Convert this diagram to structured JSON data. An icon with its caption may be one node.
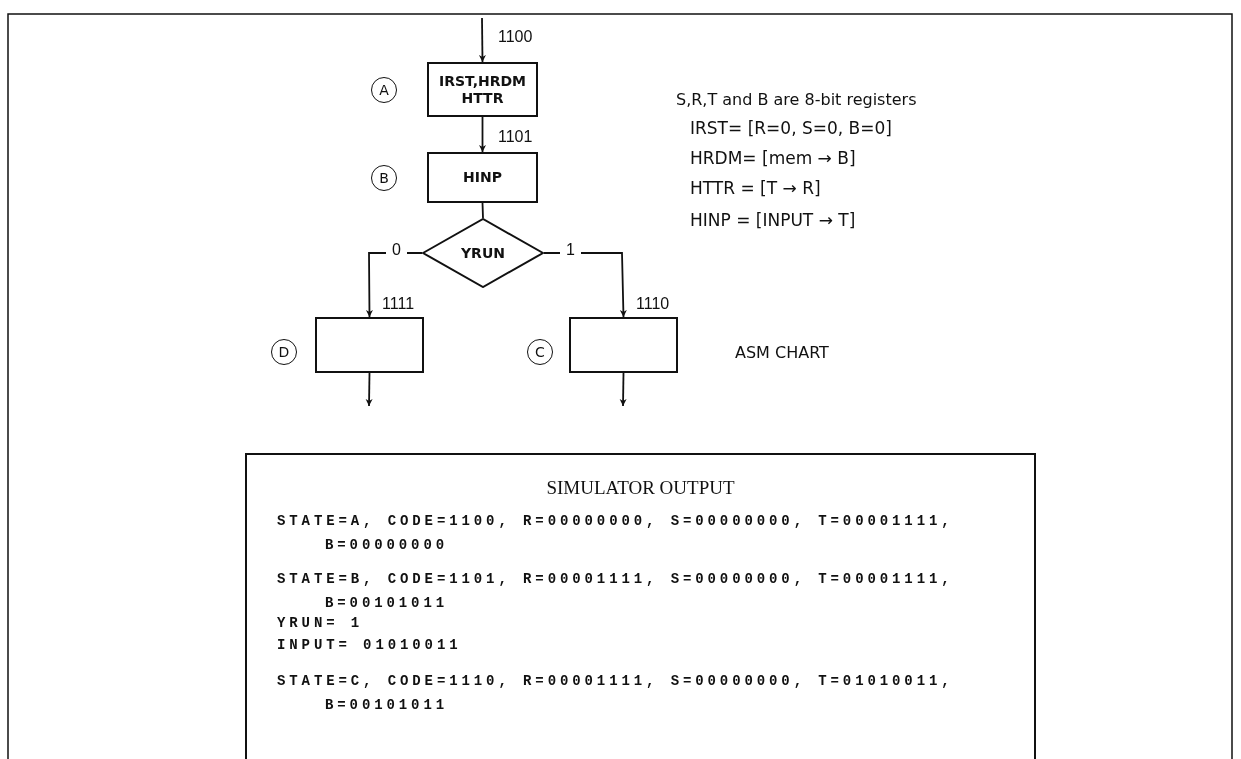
{
  "diagram": {
    "nodes": [
      {
        "text": [
          "IRST,HRDM HTTR"
        ],
        "beside": [
          "A",
          "1100"
        ]
      },
      {
        "text": [
          "HINP"
        ],
        "beside": [
          "B",
          "1101"
        ]
      },
      {
        "text": [
          "YRUN"
        ]
      },
      {
        "text": [],
        "shape": "box",
        "beside": [
          "D",
          "1111"
        ]
      },
      {
        "text": [],
        "shape": "box",
        "beside": [
          "C",
          "1110"
        ]
      },
      {
        "text": [
          "SIMULATOR OUTPUT",
          "STATE=A, CODE=1100, R=00000000, S=00000000, T=00001111, B=00000000",
          "STATE=B, CODE=1101, R=00001111, S=00000000, T=00001111, B=00101011",
          "YRUN= 1",
          "INPUT= 01010011",
          "STATE=C, CODE=1110, R=00001111, S=00000000, T=01010011, B=00101011"
        ]
      }
    ],
    "edges": [
      {
        "from": null,
        "to": 0,
        "arrow": "to"
      },
      {
        "from": 0,
        "to": 1,
        "arrow": "to"
      },
      {
        "from": 1,
        "to": 2,
        "arrow": "none"
      },
      {
        "from": 2,
        "to": 3,
        "arrow": "to",
        "label": "0"
      },
      {
        "from": 2,
        "to": 4,
        "arrow": "to",
        "label": "1"
      },
      {
        "from": 3,
        "to": null,
        "arrow": "to"
      },
      {
        "from": 4,
        "to": null,
        "arrow": "to"
      }
    ],
    "labels": [
      "S,R,T and B are 8-bit registers",
      "IRST= [R=0, S=0, B=0]",
      "HRDM= [mem → B]",
      "HTTR = [T → R]",
      "HINP = [INPUT → T]",
      "ASM CHART"
    ]
  }
}
